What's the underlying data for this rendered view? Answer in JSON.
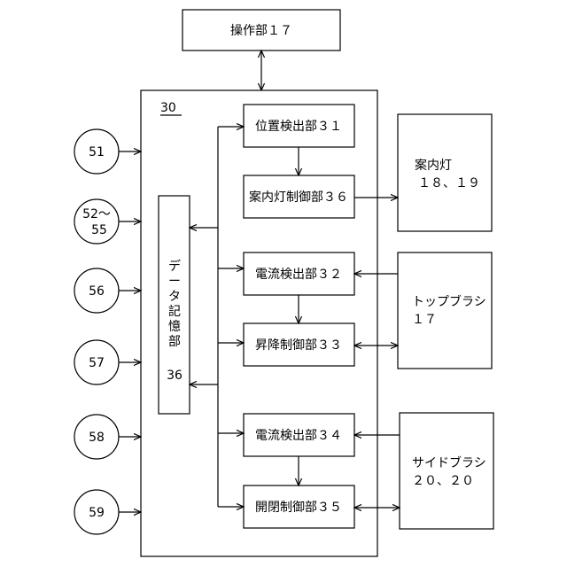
{
  "operation_unit": "操作部１７",
  "controller_ref": "30",
  "blocks": {
    "position_detector": "位置検出部３１",
    "guide_light_control": "案内灯制御部３６",
    "current_detector_1": "電流検出部３２",
    "lift_control": "昇降制御部３３",
    "current_detector_2": "電流検出部３４",
    "open_close_control": "開閉制御部３５"
  },
  "data_storage": {
    "chars": [
      "デ",
      "ー",
      "タ",
      "記",
      "憶",
      "部"
    ],
    "number": "36"
  },
  "external": {
    "guide_light": [
      "案内灯",
      "１８、１９"
    ],
    "top_brush": [
      "トップブラシ",
      "１７"
    ],
    "side_brush": [
      "サイドブラシ",
      "２０、２０"
    ]
  },
  "sensors": {
    "s51": [
      "51"
    ],
    "s52": [
      "52〜",
      "55"
    ],
    "s56": [
      "56"
    ],
    "s57": [
      "57"
    ],
    "s58": [
      "58"
    ],
    "s59": [
      "59"
    ]
  }
}
